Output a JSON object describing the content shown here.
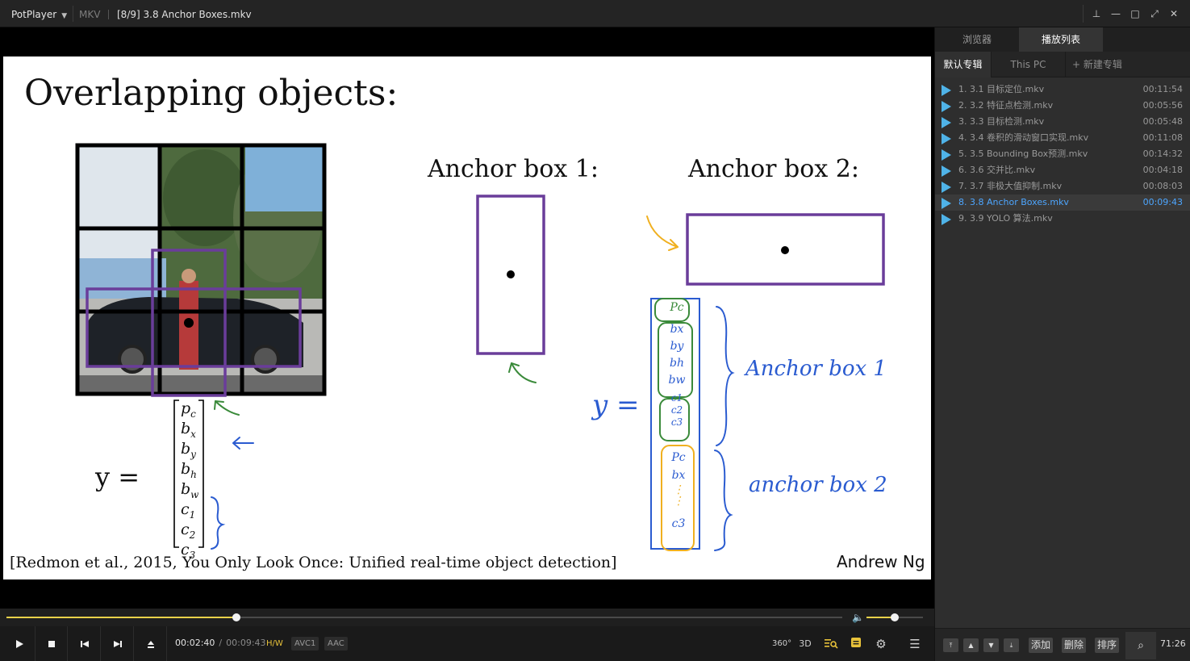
{
  "titlebar": {
    "app_name": "PotPlayer",
    "format": "MKV",
    "file_title": "[8/9] 3.8 Anchor Boxes.mkv"
  },
  "slide": {
    "title": "Overlapping objects:",
    "anchor_box_1_label": "Anchor box 1:",
    "anchor_box_2_label": "Anchor box 2:",
    "y_equals": "y  =",
    "vector_components": [
      "p",
      "b",
      "b",
      "b",
      "b",
      "c",
      "c",
      "c"
    ],
    "vector_subscripts": [
      "c",
      "x",
      "y",
      "h",
      "w",
      "1",
      "2",
      "3"
    ],
    "citation": "[Redmon et al., 2015, You Only Look Once: Unified real-time object detection]",
    "author": "Andrew Ng",
    "handwriting": {
      "y": "y =",
      "anchor_box_1": "Anchor box 1",
      "anchor_box_2": "anchor box 2",
      "green_stack": [
        "Pc",
        "bx",
        "by",
        "bh",
        "bw",
        "c1",
        "c2",
        "c3"
      ],
      "orange_stack": [
        "Pc",
        "bx",
        "c3"
      ]
    },
    "colors": {
      "purple": "#6a3d9a",
      "green": "#3a8a3a",
      "blue": "#2a5bd0",
      "orange": "#f0b020"
    }
  },
  "player": {
    "progress_fraction": 0.275,
    "volume_fraction": 0.5,
    "current_time": "00:02:40",
    "separator": "/",
    "duration": "00:09:43",
    "badges": {
      "hw": "H/W",
      "video": "AVC1",
      "audio": "AAC"
    },
    "right_icons": {
      "deg360": "360°",
      "three_d": "3D"
    },
    "accent_color": "#e8d14a"
  },
  "panel": {
    "tabs": [
      "浏览器",
      "播放列表"
    ],
    "active_tab": "播放列表",
    "subtabs": {
      "default": "默认专辑",
      "pc": "This PC",
      "new": "+ 新建专辑"
    },
    "playlist": [
      {
        "name": "1. 3.1 目标定位.mkv",
        "duration": "00:11:54",
        "current": false
      },
      {
        "name": "2. 3.2 特征点检测.mkv",
        "duration": "00:05:56",
        "current": false
      },
      {
        "name": "3. 3.3 目标检测.mkv",
        "duration": "00:05:48",
        "current": false
      },
      {
        "name": "4. 3.4 卷积的滑动窗口实现.mkv",
        "duration": "00:11:08",
        "current": false
      },
      {
        "name": "5. 3.5 Bounding Box预测.mkv",
        "duration": "00:14:32",
        "current": false
      },
      {
        "name": "6. 3.6 交并比.mkv",
        "duration": "00:04:18",
        "current": false
      },
      {
        "name": "7. 3.7 非极大值抑制.mkv",
        "duration": "00:08:03",
        "current": false
      },
      {
        "name": "8. 3.8 Anchor Boxes.mkv",
        "duration": "00:09:43",
        "current": true
      },
      {
        "name": "9. 3.9 YOLO 算法.mkv",
        "duration": "",
        "current": false
      }
    ],
    "bottom": {
      "add": "添加",
      "delete": "删除",
      "sort": "排序",
      "count": "71:26"
    }
  }
}
